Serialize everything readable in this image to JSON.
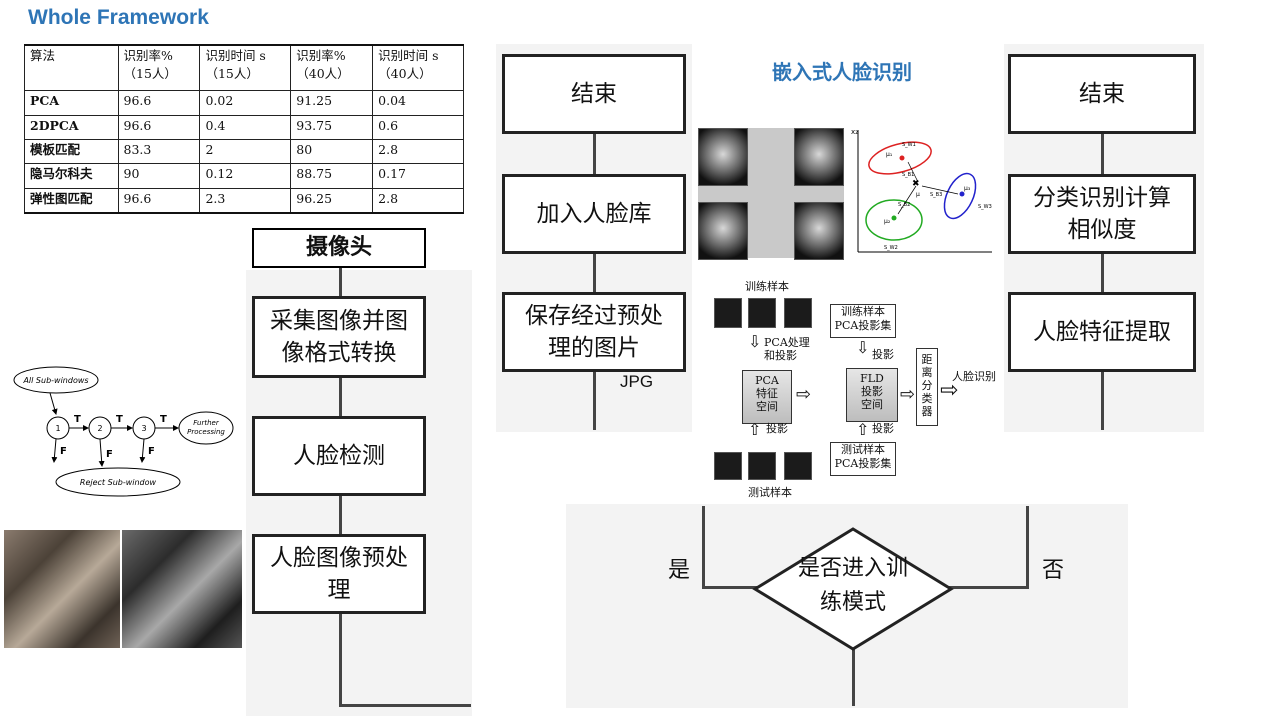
{
  "title": "Whole Framework",
  "table": {
    "rows": [
      [
        "算法",
        "识别率%\n（15人）",
        "识别时间 s\n（15人）",
        "识别率%\n（40人）",
        "识别时间 s\n（40人）"
      ],
      [
        "PCA",
        "96.6",
        "0.02",
        "91.25",
        "0.04"
      ],
      [
        "2DPCA",
        "96.6",
        "0.4",
        "93.75",
        "0.6"
      ],
      [
        "模板匹配",
        "83.3",
        "2",
        "80",
        "2.8"
      ],
      [
        "隐马尔科夫",
        "90",
        "0.12",
        "88.75",
        "0.17"
      ],
      [
        "弹性图匹配",
        "96.6",
        "2.3",
        "96.25",
        "2.8"
      ]
    ]
  },
  "flow_left": {
    "camera": "摄像头",
    "step1": [
      "采集图像并图",
      "像格式转换"
    ],
    "step2": "人脸检测",
    "step3": [
      "人脸图像预处",
      "理"
    ]
  },
  "flow_mid": {
    "end": "结束",
    "add": "加入人脸库",
    "save": [
      "保存经过预处",
      "理的图片"
    ],
    "jpg": "JPG"
  },
  "flow_right": {
    "end": "结束",
    "classify": [
      "分类识别计算",
      "相似度"
    ],
    "extract": "人脸特征提取"
  },
  "decision": {
    "text": [
      "是否进入训",
      "练模式"
    ],
    "yes": "是",
    "no": "否"
  },
  "embedded_title": "嵌入式人脸识别",
  "cascade": {
    "all": "All Sub-windows",
    "n1": "1",
    "n2": "2",
    "n3": "3",
    "t": "T",
    "f": "F",
    "further": [
      "Further",
      "Processing"
    ],
    "reject": "Reject Sub-window"
  },
  "scatter_labels": {
    "x2": "x₂",
    "mu1": "μ₁",
    "mu2": "μ₂",
    "mu3": "μ₃",
    "mu": "μ",
    "sb1": "S_B1",
    "sb2": "S_B2",
    "sb3": "S_B3",
    "sw1": "S_W1",
    "sw2": "S_W2",
    "sw3": "S_W3"
  },
  "pca_flow": {
    "train_samples": "训练样本",
    "pca_process": [
      "PCA处理",
      "和投影"
    ],
    "pca_space": [
      "PCA",
      "特征",
      "空间"
    ],
    "train_pca_set": [
      "训练样本",
      "PCA投影集"
    ],
    "projection": "投影",
    "fld_space": [
      "FLD",
      "投影",
      "空间"
    ],
    "classifier": [
      "距",
      "离",
      "分",
      "类",
      "器"
    ],
    "face_recog": "人脸识别",
    "test_pca_set": [
      "测试样本",
      "PCA投影集"
    ],
    "test_samples": "测试样本"
  }
}
